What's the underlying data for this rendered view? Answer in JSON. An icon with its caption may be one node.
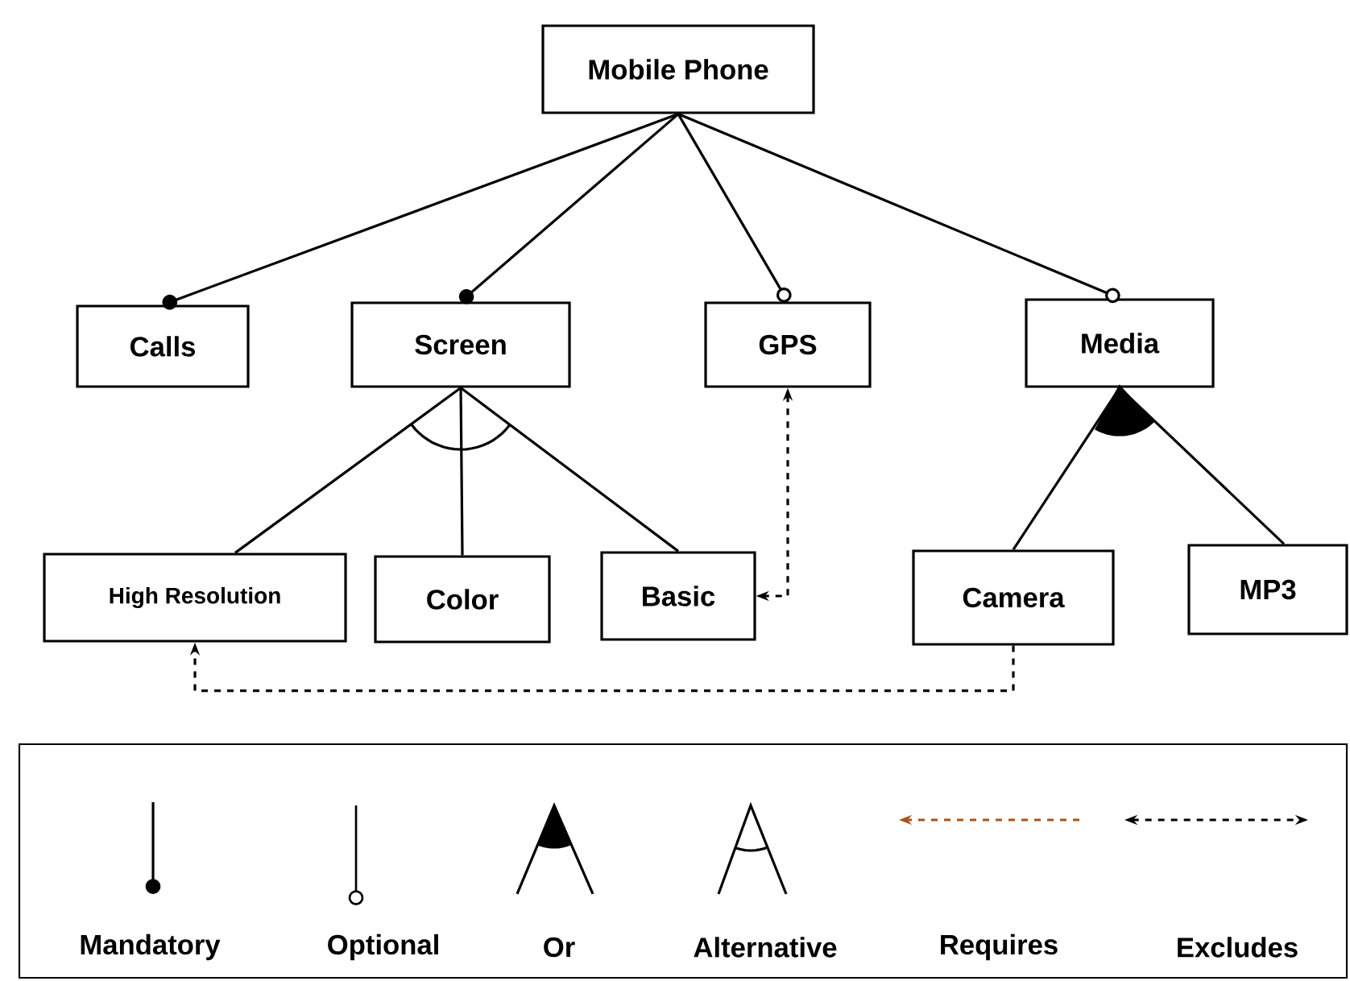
{
  "diagram": {
    "nodes": [
      {
        "text": [
          "Mobile Phone"
        ]
      },
      {
        "text": [
          "Calls"
        ]
      },
      {
        "text": [
          "Screen"
        ]
      },
      {
        "text": [
          "GPS"
        ]
      },
      {
        "text": [
          "Media"
        ]
      },
      {
        "text": [
          "High Resolution"
        ]
      },
      {
        "text": [
          "Color"
        ]
      },
      {
        "text": [
          "Basic"
        ]
      },
      {
        "text": [
          "Camera"
        ]
      },
      {
        "text": [
          "MP3"
        ]
      }
    ],
    "edges": [
      {
        "from": 0,
        "to": 1,
        "arrow": "other"
      },
      {
        "from": 0,
        "to": 2,
        "arrow": "other"
      },
      {
        "from": 0,
        "to": 3,
        "arrow": "other"
      },
      {
        "from": 0,
        "to": 4,
        "arrow": "other"
      },
      {
        "from": 2,
        "to": 5,
        "arrow": "none"
      },
      {
        "from": 2,
        "to": 6,
        "arrow": "none"
      },
      {
        "from": 2,
        "to": 7,
        "arrow": "none"
      },
      {
        "from": 4,
        "to": 8,
        "arrow": "none"
      },
      {
        "from": 4,
        "to": 9,
        "arrow": "none"
      },
      {
        "from": 3,
        "to": 7,
        "arrow": "both",
        "style": "dashed"
      },
      {
        "from": 8,
        "to": 5,
        "arrow": "to",
        "style": "dashed"
      }
    ],
    "legend": [
      {
        "text": "Mandatory"
      },
      {
        "text": "Optional"
      },
      {
        "text": "Or"
      },
      {
        "text": "Alternative"
      },
      {
        "text": "Requires"
      },
      {
        "text": "Excludes"
      }
    ]
  }
}
